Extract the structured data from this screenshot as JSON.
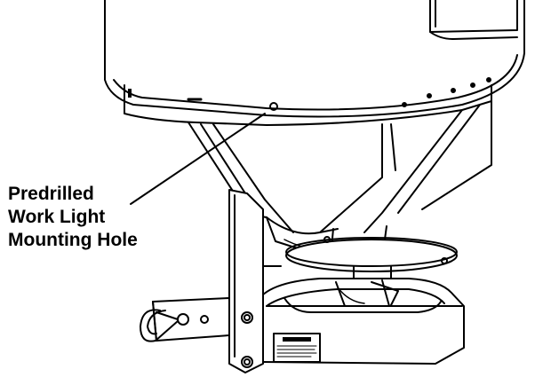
{
  "callout": {
    "lines": [
      "Predrilled",
      "Work Light",
      "Mounting Hole"
    ]
  },
  "colors": {
    "line": "#000000",
    "fill": "#ffffff",
    "shade": "#888888"
  }
}
